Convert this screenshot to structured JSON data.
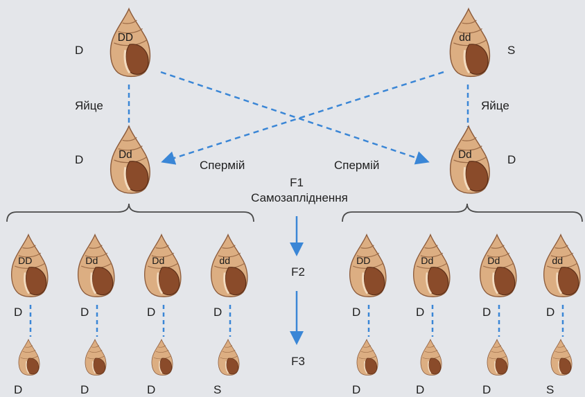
{
  "parents": {
    "left": {
      "genotype": "DD",
      "phenotype": "D",
      "role": "Яйце"
    },
    "right": {
      "genotype": "dd",
      "phenotype": "S",
      "role": "Яйце"
    }
  },
  "f1": {
    "label": "F1",
    "selfing": "Самозапліднення",
    "sperm_label": "Спермій",
    "left": {
      "genotype": "Dd",
      "phenotype": "D"
    },
    "right": {
      "genotype": "Dd",
      "phenotype": "D"
    }
  },
  "generations": {
    "f2": "F2",
    "f3": "F3"
  },
  "f2_left": [
    {
      "genotype": "DD",
      "parent_phenotype": "D",
      "offspring_phenotype": "D"
    },
    {
      "genotype": "Dd",
      "parent_phenotype": "D",
      "offspring_phenotype": "D"
    },
    {
      "genotype": "Dd",
      "parent_phenotype": "D",
      "offspring_phenotype": "D"
    },
    {
      "genotype": "dd",
      "parent_phenotype": "D",
      "offspring_phenotype": "S"
    }
  ],
  "f2_right": [
    {
      "genotype": "DD",
      "parent_phenotype": "D",
      "offspring_phenotype": "D"
    },
    {
      "genotype": "Dd",
      "parent_phenotype": "D",
      "offspring_phenotype": "D"
    },
    {
      "genotype": "Dd",
      "parent_phenotype": "D",
      "offspring_phenotype": "D"
    },
    {
      "genotype": "dd",
      "parent_phenotype": "D",
      "offspring_phenotype": "S"
    }
  ],
  "colors": {
    "background": "#e4e6ea",
    "dashed_line": "#3a86d6",
    "arrow": "#3a86d6",
    "shell_body": "#dcae82",
    "shell_aperture": "#8a4b2a"
  }
}
